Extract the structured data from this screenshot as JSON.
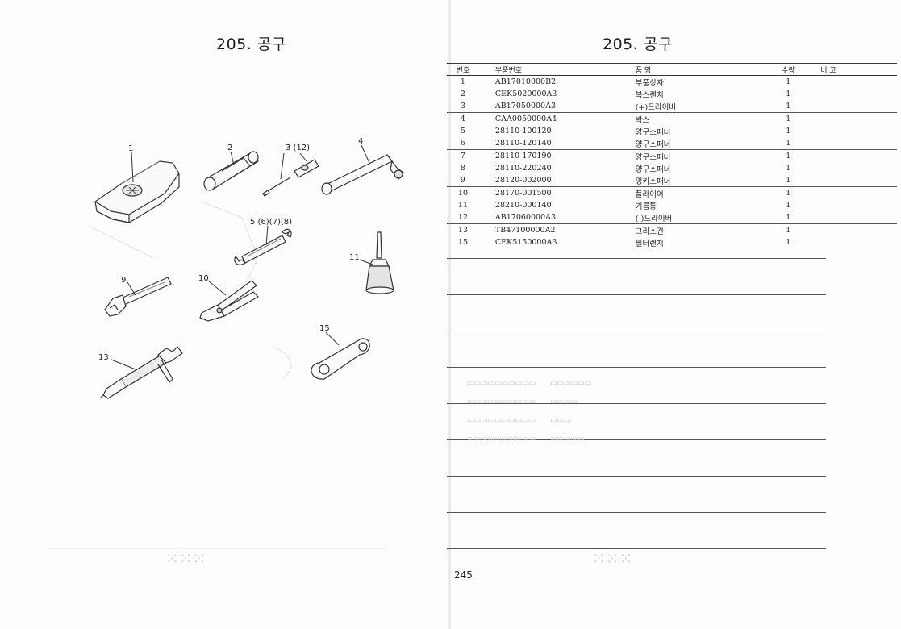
{
  "left_page": {
    "title": "205. 공구",
    "callouts": {
      "c1": "1",
      "c2": "2",
      "c3": "3 (12)",
      "c4": "4",
      "c5": "5 (6)(7)(8)",
      "c9": "9",
      "c10": "10",
      "c11": "11",
      "c13": "13",
      "c15": "15"
    }
  },
  "right_page": {
    "title": "205. 공구",
    "table": {
      "headers": {
        "no": "번호",
        "part_no": "부품번호",
        "name": "품 명",
        "qty": "수량",
        "remark": "비 고"
      },
      "rows": [
        {
          "no": "1",
          "part_no": "AB17010000B2",
          "name": "부품상자",
          "qty": "1"
        },
        {
          "no": "2",
          "part_no": "CEK5020000A3",
          "name": "복스렌치",
          "qty": "1"
        },
        {
          "no": "3",
          "part_no": "AB17050000A3",
          "name": "(+)드라이버",
          "qty": "1"
        },
        {
          "no": "4",
          "part_no": "CAA0050000A4",
          "name": "박스",
          "qty": "1"
        },
        {
          "no": "5",
          "part_no": "28110-100120",
          "name": "양구스패너",
          "qty": "1"
        },
        {
          "no": "6",
          "part_no": "28110-120140",
          "name": "양구스패너",
          "qty": "1"
        },
        {
          "no": "7",
          "part_no": "28110-170190",
          "name": "양구스패너",
          "qty": "1"
        },
        {
          "no": "8",
          "part_no": "28110-220240",
          "name": "양구스패너",
          "qty": "1"
        },
        {
          "no": "9",
          "part_no": "28120-002000",
          "name": "멍키스패너",
          "qty": "1"
        },
        {
          "no": "10",
          "part_no": "28170-001500",
          "name": "플라이어",
          "qty": "1"
        },
        {
          "no": "11",
          "part_no": "28210-000140",
          "name": "기름통",
          "qty": "1"
        },
        {
          "no": "12",
          "part_no": "AB17060000A3",
          "name": "(-)드라이버",
          "qty": "1"
        },
        {
          "no": "13",
          "part_no": "TB47100000A2",
          "name": "그리스건",
          "qty": "1"
        },
        {
          "no": "15",
          "part_no": "CEK5150000A3",
          "name": "필터렌치",
          "qty": "1"
        }
      ]
    },
    "page_number": "245"
  }
}
